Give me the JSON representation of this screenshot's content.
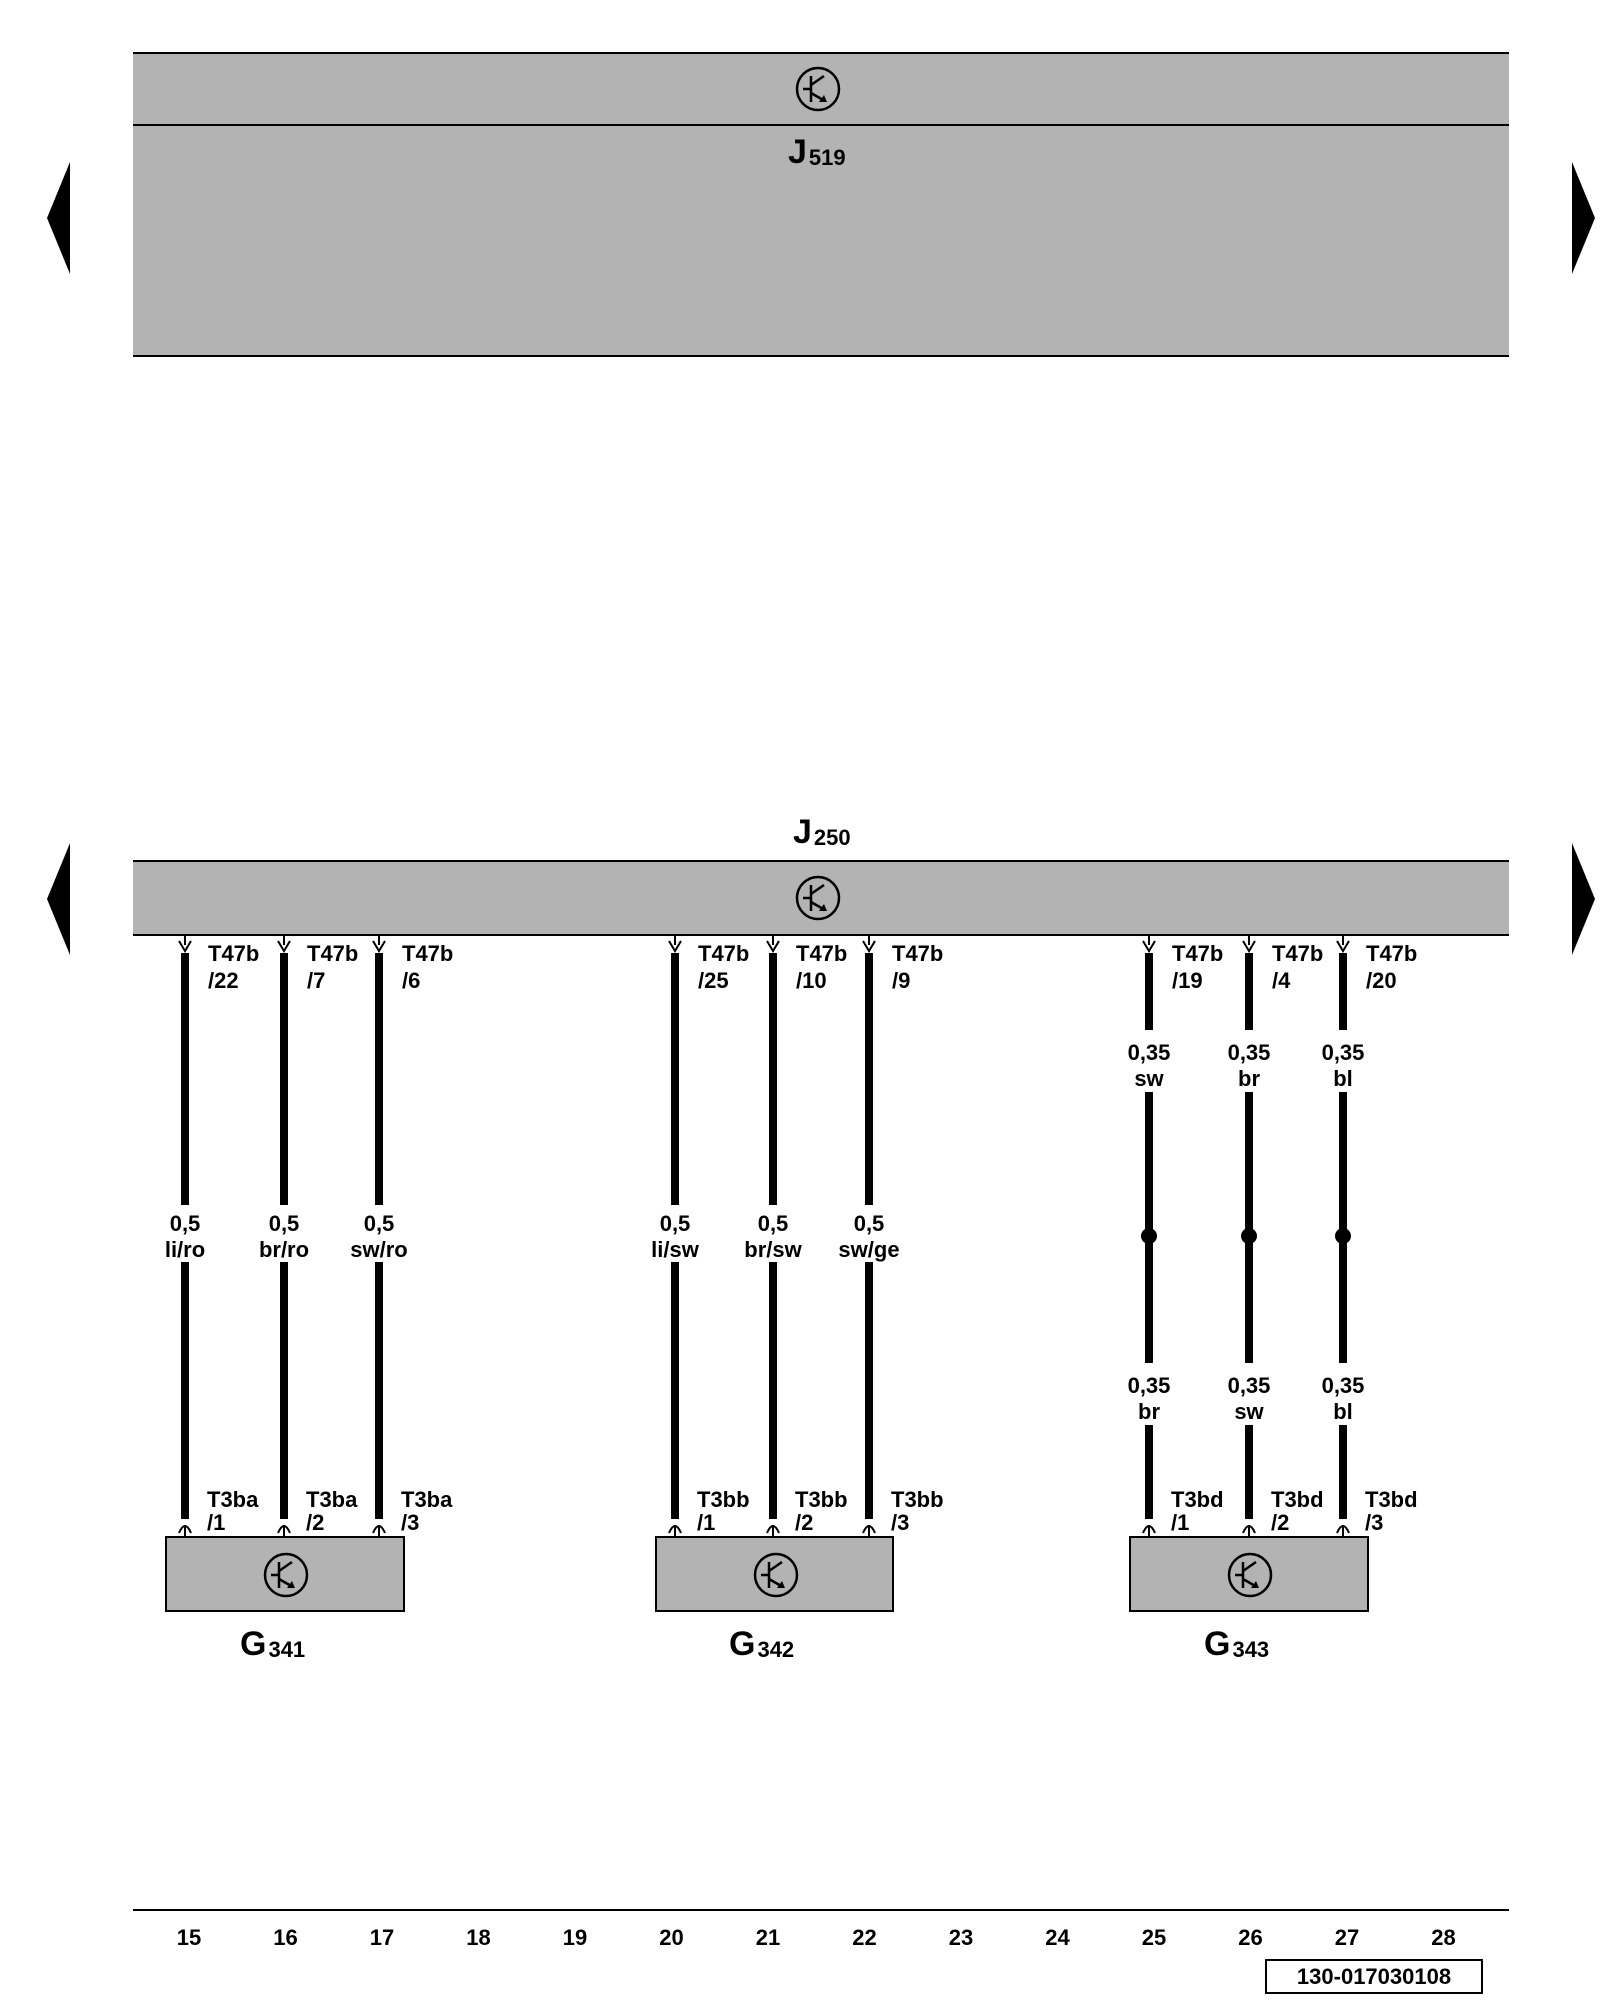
{
  "colors": {
    "component_fill": "#b3b3b3",
    "wire": "#000000",
    "background": "#ffffff"
  },
  "top_unit": {
    "name": "J",
    "sub": "519"
  },
  "main_unit": {
    "name": "J",
    "sub": "250"
  },
  "wires": [
    {
      "top_conn": "T47b",
      "top_pin": "/22",
      "cs": "0,5",
      "color": "li/ro",
      "bot_conn": "T3ba",
      "bot_pin": "/1"
    },
    {
      "top_conn": "T47b",
      "top_pin": "/7",
      "cs": "0,5",
      "color": "br/ro",
      "bot_conn": "T3ba",
      "bot_pin": "/2"
    },
    {
      "top_conn": "T47b",
      "top_pin": "/6",
      "cs": "0,5",
      "color": "sw/ro",
      "bot_conn": "T3ba",
      "bot_pin": "/3"
    },
    {
      "top_conn": "T47b",
      "top_pin": "/25",
      "cs": "0,5",
      "color": "li/sw",
      "bot_conn": "T3bb",
      "bot_pin": "/1"
    },
    {
      "top_conn": "T47b",
      "top_pin": "/10",
      "cs": "0,5",
      "color": "br/sw",
      "bot_conn": "T3bb",
      "bot_pin": "/2"
    },
    {
      "top_conn": "T47b",
      "top_pin": "/9",
      "cs": "0,5",
      "color": "sw/ge",
      "bot_conn": "T3bb",
      "bot_pin": "/3"
    },
    {
      "top_conn": "T47b",
      "top_pin": "/19",
      "cs_upper": "0,35",
      "color_upper": "sw",
      "cs_lower": "0,35",
      "color_lower": "br",
      "bot_conn": "T3bd",
      "bot_pin": "/1"
    },
    {
      "top_conn": "T47b",
      "top_pin": "/4",
      "cs_upper": "0,35",
      "color_upper": "br",
      "cs_lower": "0,35",
      "color_lower": "sw",
      "bot_conn": "T3bd",
      "bot_pin": "/2"
    },
    {
      "top_conn": "T47b",
      "top_pin": "/20",
      "cs_upper": "0,35",
      "color_upper": "bl",
      "cs_lower": "0,35",
      "color_lower": "bl",
      "bot_conn": "T3bd",
      "bot_pin": "/3"
    }
  ],
  "sensors": [
    {
      "name": "G",
      "sub": "341"
    },
    {
      "name": "G",
      "sub": "342"
    },
    {
      "name": "G",
      "sub": "343"
    }
  ],
  "columns": [
    "15",
    "16",
    "17",
    "18",
    "19",
    "20",
    "21",
    "22",
    "23",
    "24",
    "25",
    "26",
    "27",
    "28"
  ],
  "doc_number": "130-017030108"
}
